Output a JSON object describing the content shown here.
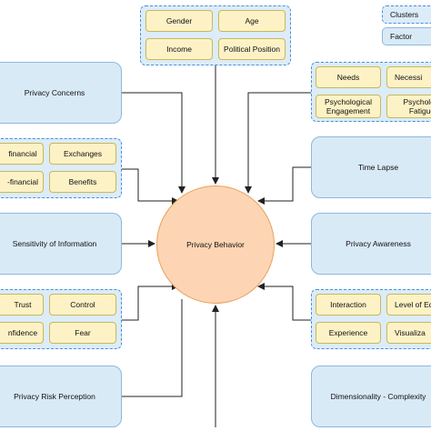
{
  "legend": {
    "cluster": "Clusters",
    "factor": "Factor"
  },
  "center": "Privacy Behavior",
  "top_cluster": [
    "Gender",
    "Age",
    "Income",
    "Political Position"
  ],
  "left": {
    "privacy_concerns": "Privacy Concerns",
    "financial_cluster": [
      "financial",
      "Exchanges",
      "-financial",
      "Benefits"
    ],
    "sensitivity": "Sensitivity of Information",
    "trust_cluster": [
      "Trust",
      "Control",
      "nfidence",
      "Fear"
    ],
    "risk_perception": "Privacy Risk Perception"
  },
  "right": {
    "needs_cluster": [
      "Needs",
      "Necessi",
      "Psychological Engagement",
      "Psychologi Fatigue"
    ],
    "time_lapse": "Time Lapse",
    "awareness": "Privacy Awareness",
    "interaction_cluster": [
      "Interaction",
      "Level of Edu",
      "Experience",
      "Visualiza"
    ],
    "dimensionality": "Dimensionality - Complexity"
  },
  "colors": {
    "cluster_fill": "#dcecf8",
    "cluster_border": "#4a90d9",
    "factor_fill": "#d9eaf7",
    "variable_fill": "#fdf2c6",
    "center_fill": "#fdd5b4",
    "arrow": "#222222"
  }
}
